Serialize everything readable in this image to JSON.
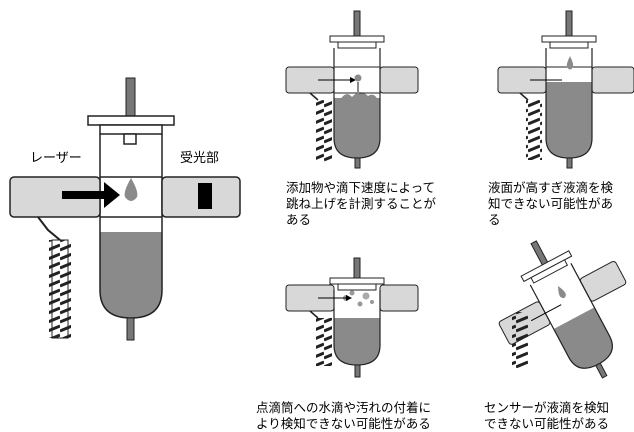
{
  "main": {
    "laser_label": "レーザー",
    "receiver_label": "受光部"
  },
  "cases": [
    {
      "caption_lines": [
        "添加物や滴下速度によって",
        "跳ね上げを計測することが",
        "ある"
      ]
    },
    {
      "caption_lines": [
        "液面が高すぎ液滴を検",
        "知できない可能性があ",
        "る"
      ]
    },
    {
      "caption_lines": [
        "点滴筒への水滴や汚れの付着に",
        "より検知できない可能性がある"
      ]
    },
    {
      "caption_lines": [
        "センサーが液滴を検知",
        "できない可能性がある"
      ]
    }
  ],
  "colors": {
    "fluid": "#8a8a8a",
    "sensor_body": "#d8d8d8",
    "outline": "#222222",
    "arrow": "#000000",
    "receiver_block": "#000000"
  }
}
